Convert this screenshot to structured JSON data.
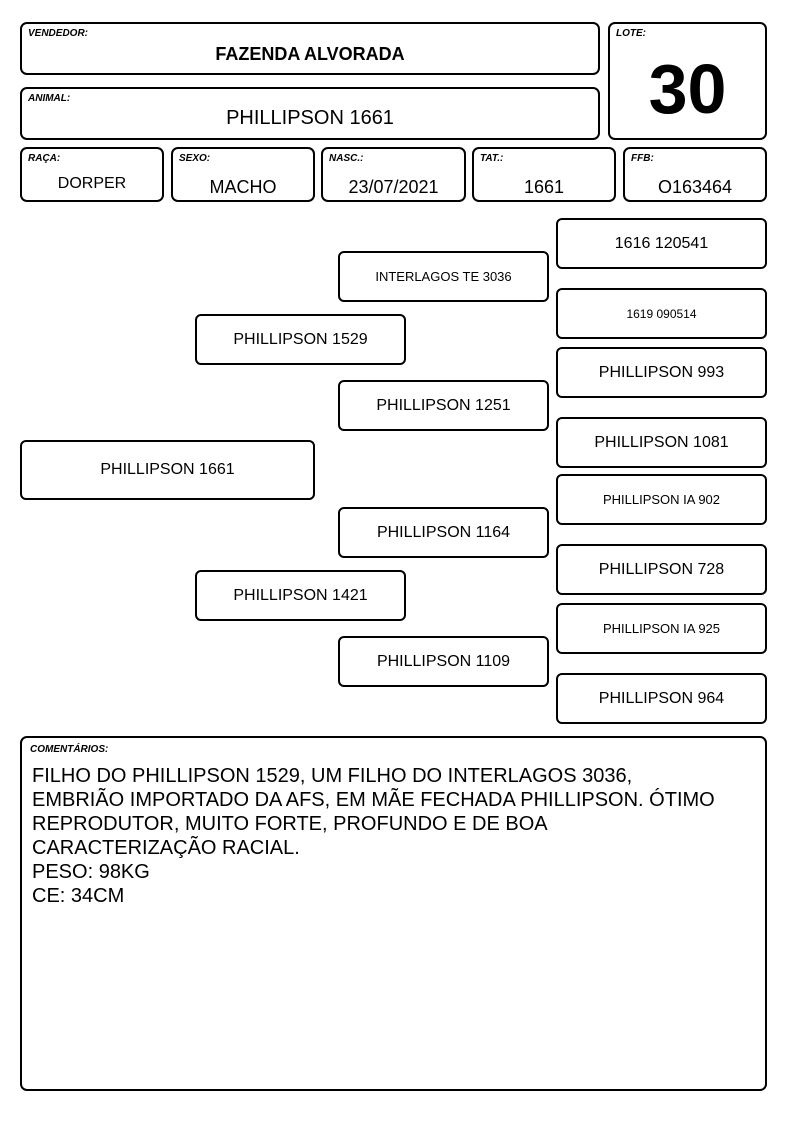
{
  "header": {
    "vendedor": {
      "label": "VENDEDOR:",
      "value": "FAZENDA ALVORADA"
    },
    "lote": {
      "label": "LOTE:",
      "value": "30"
    },
    "animal": {
      "label": "ANIMAL:",
      "value": "PHILLIPSON 1661"
    }
  },
  "info": {
    "raca": {
      "label": "RAÇA:",
      "value": "DORPER"
    },
    "sexo": {
      "label": "SEXO:",
      "value": "MACHO"
    },
    "nasc": {
      "label": "NASC.:",
      "value": "23/07/2021"
    },
    "tat": {
      "label": "TAT.:",
      "value": "1661"
    },
    "ffb": {
      "label": "FFB:",
      "value": "O163464"
    }
  },
  "pedigree": {
    "animal": "PHILLIPSON 1661",
    "sire": "PHILLIPSON 1529",
    "dam": "PHILLIPSON 1421",
    "sire_sire": "INTERLAGOS TE 3036",
    "sire_dam": "PHILLIPSON 1251",
    "dam_sire": "PHILLIPSON 1164",
    "dam_dam": "PHILLIPSON 1109",
    "ggp": [
      "1616 120541",
      "1619 090514",
      "PHILLIPSON 993",
      "PHILLIPSON 1081",
      "PHILLIPSON IA 902",
      "PHILLIPSON 728",
      "PHILLIPSON IA 925",
      "PHILLIPSON 964"
    ]
  },
  "comments": {
    "label": "COMENTÁRIOS:",
    "text": "FILHO DO PHILLIPSON 1529, UM FILHO DO INTERLAGOS 3036,\nEMBRIÃO IMPORTADO DA AFS, EM MÃE FECHADA PHILLIPSON. ÓTIMO\nREPRODUTOR, MUITO FORTE, PROFUNDO E DE BOA\nCARACTERIZAÇÃO RACIAL.\nPESO: 98KG\nCE: 34CM"
  }
}
